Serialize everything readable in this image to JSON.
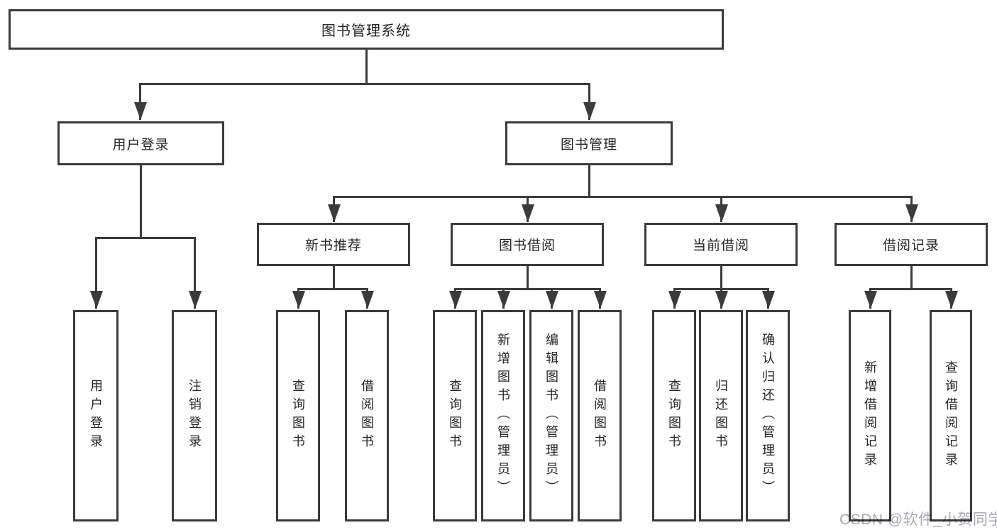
{
  "colors": {
    "line": "#3b3b3d",
    "text": "#262626",
    "box_fill": "#ffffff",
    "background": "#ffffff",
    "watermark_text_color": "#a9a9b2"
  },
  "tree": {
    "label": "图书管理系统",
    "children": [
      {
        "label": "用户登录",
        "children": [
          {
            "label": "用户登录"
          },
          {
            "label": "注销登录"
          }
        ]
      },
      {
        "label": "图书管理",
        "children": [
          {
            "label": "新书推荐",
            "children": [
              {
                "label": "查询图书"
              },
              {
                "label": "借阅图书"
              }
            ]
          },
          {
            "label": "图书借阅",
            "children": [
              {
                "label": "查询图书"
              },
              {
                "label": "新增图书（管理员）"
              },
              {
                "label": "编辑图书（管理员）"
              },
              {
                "label": "借阅图书"
              }
            ]
          },
          {
            "label": "当前借阅",
            "children": [
              {
                "label": "查询图书"
              },
              {
                "label": "归还图书"
              },
              {
                "label": "确认归还（管理员）"
              }
            ]
          },
          {
            "label": "借阅记录",
            "children": [
              {
                "label": "新增借阅记录"
              },
              {
                "label": "查询借阅记录"
              }
            ]
          }
        ]
      }
    ]
  },
  "watermark": {
    "text": "CSDN @软件_小贺同学"
  }
}
